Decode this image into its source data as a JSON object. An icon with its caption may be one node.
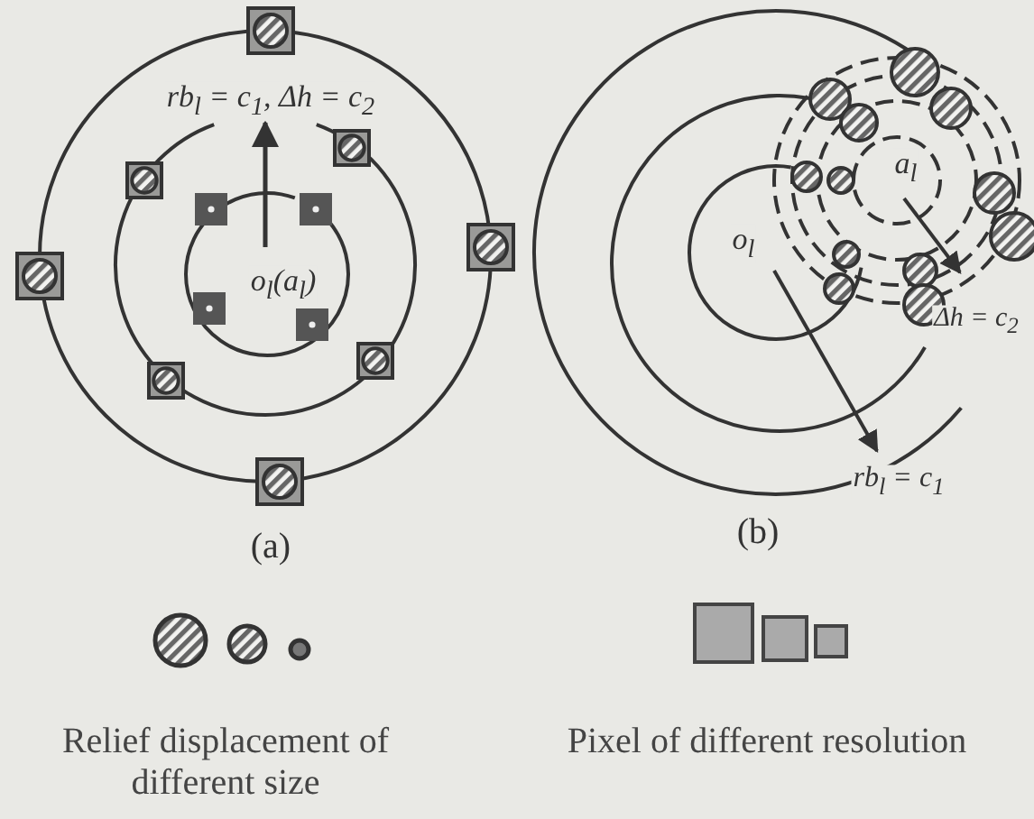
{
  "diagram": {
    "labels": [
      "rb$_{l}$ = c$_{1}$, Δh = c$_{2}$",
      "o$_{l}$(a$_{l}$)",
      "(a)",
      "a$_{l}$",
      "o$_{l}$",
      "Δh = c$_{2}$",
      "rb$_{l}$ = c$_{1}$",
      "(b)"
    ],
    "legend": [
      {
        "text": "Relief displacement of different size"
      },
      {
        "text": "Pixel of different resolution"
      }
    ]
  }
}
